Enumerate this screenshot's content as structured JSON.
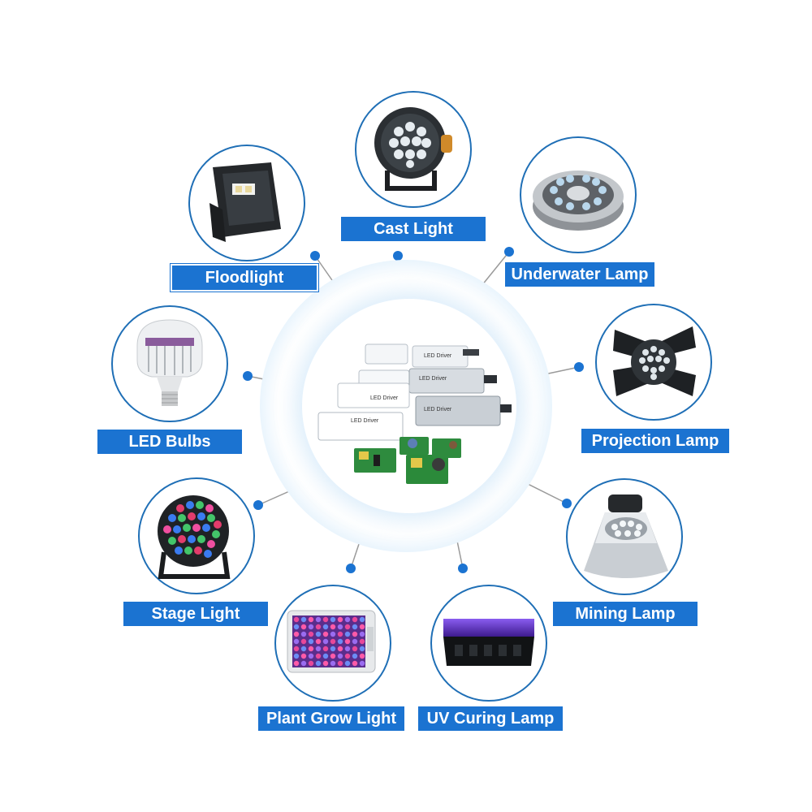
{
  "center": {
    "product": "LED Driver"
  },
  "items": [
    {
      "label": "Cast Light",
      "icon": "par-light-icon"
    },
    {
      "label": "Floodlight",
      "icon": "floodlight-icon"
    },
    {
      "label": "Underwater Lamp",
      "icon": "underwater-lamp-icon"
    },
    {
      "label": "LED Bulbs",
      "icon": "led-bulb-icon"
    },
    {
      "label": "Projection Lamp",
      "icon": "projection-lamp-icon"
    },
    {
      "label": "Stage Light",
      "icon": "stage-light-icon"
    },
    {
      "label": "Mining Lamp",
      "icon": "mining-lamp-icon"
    },
    {
      "label": "Plant Grow Light",
      "icon": "grow-light-icon"
    },
    {
      "label": "UV Curing Lamp",
      "icon": "uv-curing-lamp-icon"
    }
  ],
  "colors": {
    "accent": "#1b73d1",
    "circle_border": "#1f6fb6",
    "connector": "#8a8a8a",
    "dot": "#1b73d1"
  }
}
